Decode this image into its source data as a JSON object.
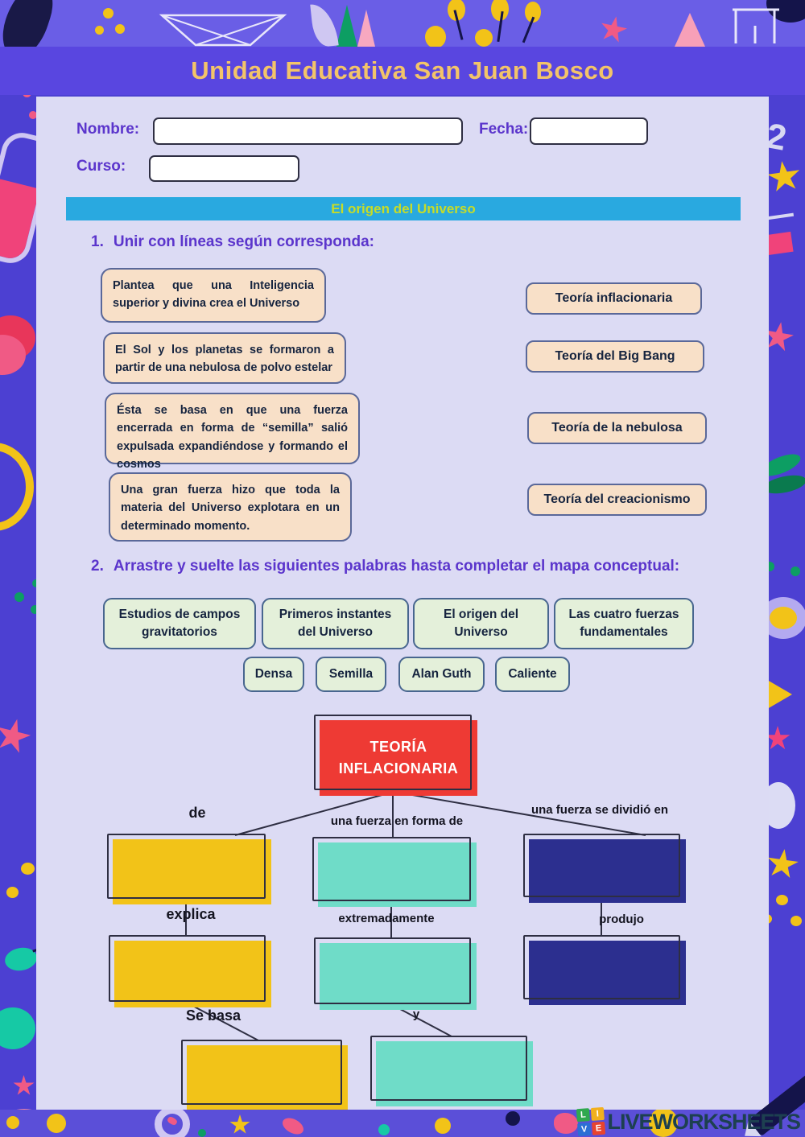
{
  "header": {
    "school": "Unidad Educativa San Juan Bosco"
  },
  "form": {
    "name_label": "Nombre:",
    "name_value": "",
    "date_label": "Fecha:",
    "date_value": "",
    "course_label": "Curso:",
    "course_value": ""
  },
  "banner": {
    "title": "El origen del Universo"
  },
  "section1": {
    "number": "1.",
    "title": "Unir con líneas según corresponda:",
    "descriptions": [
      "Plantea que una Inteligencia superior y divina crea el Universo",
      "El Sol y los planetas se formaron a partir de una nebulosa de polvo estelar",
      "Ésta se basa en que una fuerza encerrada en forma de “semilla” salió expulsada expandiéndose y formando el cosmos",
      "Una gran fuerza hizo que toda la materia del Universo explotara en un determinado momento."
    ],
    "theories": [
      "Teoría inflacionaria",
      "Teoría del Big Bang",
      "Teoría de la nebulosa",
      "Teoría del creacionismo"
    ]
  },
  "section2": {
    "number": "2.",
    "title": "Arrastre y suelte las siguientes palabras hasta completar el mapa conceptual:",
    "word_bank_row1": [
      "Estudios de campos gravitatorios",
      "Primeros instantes del Universo",
      "El origen del Universo",
      "Las cuatro fuerzas fundamentales"
    ],
    "word_bank_row2": [
      "Densa",
      "Semilla",
      "Alan Guth",
      "Caliente"
    ]
  },
  "concept_map": {
    "root_label": "TEORÍA INFLACIONARIA",
    "edge_labels": [
      "de",
      "una fuerza en forma de",
      "una fuerza se dividió en",
      "explica",
      "extremadamente",
      "produjo",
      "Se basa",
      "y"
    ]
  },
  "footer": {
    "brand": "LIVEWORKSHEETS",
    "logo_letters": [
      "L",
      "I",
      "V",
      "E"
    ]
  },
  "decorations": {
    "number_doodle": "2"
  },
  "colors": {
    "page_purple": "#4c40d2",
    "top_strip_purple": "#6a5ee6",
    "header_purple": "#5946e0",
    "panel_lavender": "#dcdbf4",
    "title_yellow": "#f3c469",
    "heading_purple": "#5b35cc",
    "banner_cyan": "#29a9e0",
    "banner_text_green": "#c6dc28",
    "peach_box": "#f8e0c8",
    "chip_green": "#e4f0da",
    "map_red": "#ee3a34",
    "map_yellow": "#f2c318",
    "map_teal": "#6fdcc8",
    "map_navy": "#2c2f8f"
  }
}
